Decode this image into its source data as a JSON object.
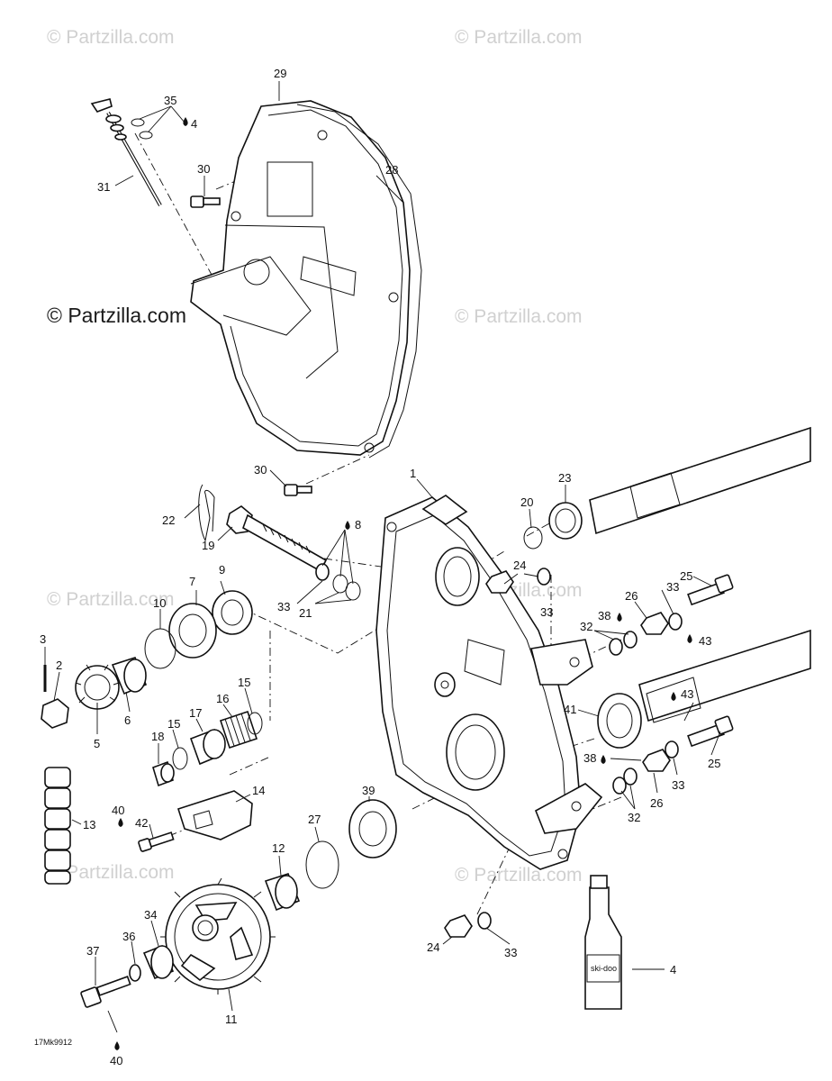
{
  "watermarks": {
    "main": "© Partzilla.com",
    "faint": "© Partzilla.com"
  },
  "figure_code": "17Mk9912",
  "bottle_label": "ski-doo",
  "callouts": {
    "c29": "29",
    "c35": "35",
    "c4a": "4",
    "c30a": "30",
    "c28": "28",
    "c31": "31",
    "c30b": "30",
    "c1": "1",
    "c23": "23",
    "c20": "20",
    "c22": "22",
    "c19": "19",
    "c8": "8",
    "c24a": "24",
    "c33a": "33",
    "c25a": "25",
    "c33b": "33",
    "c26a": "26",
    "c38a": "38",
    "c32a": "32",
    "c43a": "43",
    "c9": "9",
    "c7": "7",
    "c10": "10",
    "c33c": "33",
    "c21": "21",
    "c3": "3",
    "c2": "2",
    "c6": "6",
    "c5": "5",
    "c15a": "15",
    "c16": "16",
    "c17": "17",
    "c15b": "15",
    "c18": "18",
    "c41": "41",
    "c43b": "43",
    "c25b": "25",
    "c38b": "38",
    "c33d": "33",
    "c26b": "26",
    "c32b": "32",
    "c14": "14",
    "c13": "13",
    "c40a": "40",
    "c42": "42",
    "c39": "39",
    "c27": "27",
    "c12": "12",
    "c34": "34",
    "c36": "36",
    "c37": "37",
    "c11": "11",
    "c40b": "40",
    "c24b": "24",
    "c33e": "33",
    "c4b": "4"
  }
}
